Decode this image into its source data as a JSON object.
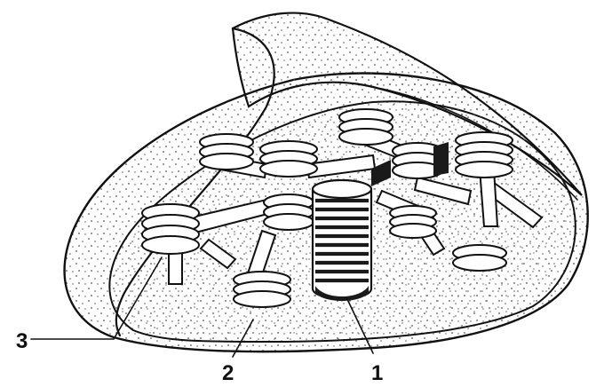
{
  "labels": [
    {
      "id": "1",
      "text": "1"
    },
    {
      "id": "2",
      "text": "2"
    },
    {
      "id": "3",
      "text": "3"
    }
  ],
  "colors": {
    "ink": "#111111",
    "paper": "#ffffff",
    "stroma_dot": "#555555",
    "dark_band": "#1a1a1a"
  }
}
